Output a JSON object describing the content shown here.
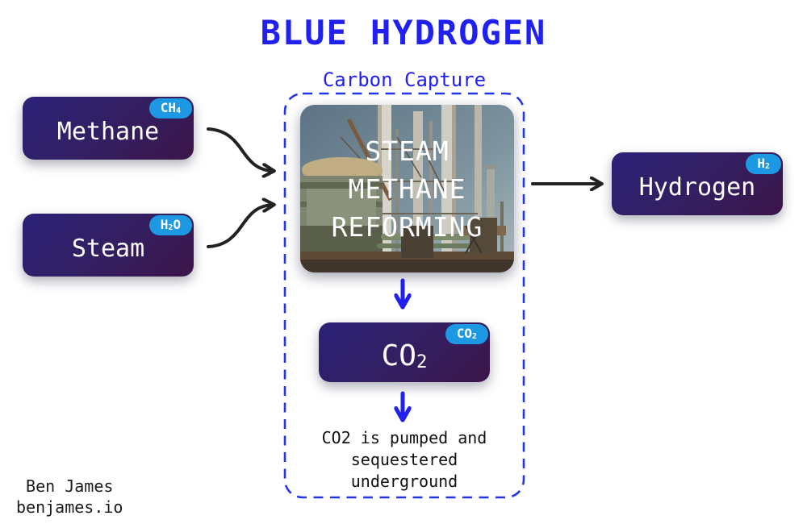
{
  "title": "BLUE HYDROGEN",
  "carbon_capture": {
    "label": "Carbon Capture",
    "process_lines": [
      "STEAM",
      "METHANE",
      "REFORMING"
    ],
    "note_lines": [
      "CO2 is pumped and",
      "sequestered",
      "underground"
    ]
  },
  "nodes": {
    "methane": {
      "label": "Methane",
      "badge": {
        "pre": "CH",
        "sub": "4",
        "post": ""
      }
    },
    "steam": {
      "label": "Steam",
      "badge": {
        "pre": "H",
        "sub": "2",
        "post": "O"
      }
    },
    "hydrogen": {
      "label": "Hydrogen",
      "badge": {
        "pre": "H",
        "sub": "2",
        "post": ""
      }
    },
    "co2": {
      "label": {
        "pre": "CO",
        "sub": "2",
        "post": ""
      },
      "badge": {
        "pre": "CO",
        "sub": "2",
        "post": ""
      }
    }
  },
  "credit": {
    "name": "Ben James",
    "site": "benjames.io"
  },
  "colors": {
    "accent_blue": "#2020f2",
    "badge_blue": "#1d98e2",
    "node_gradient_start": "#2b2178",
    "node_gradient_end": "#3b1548",
    "arrow_black": "#222222",
    "background": "#ffffff"
  }
}
